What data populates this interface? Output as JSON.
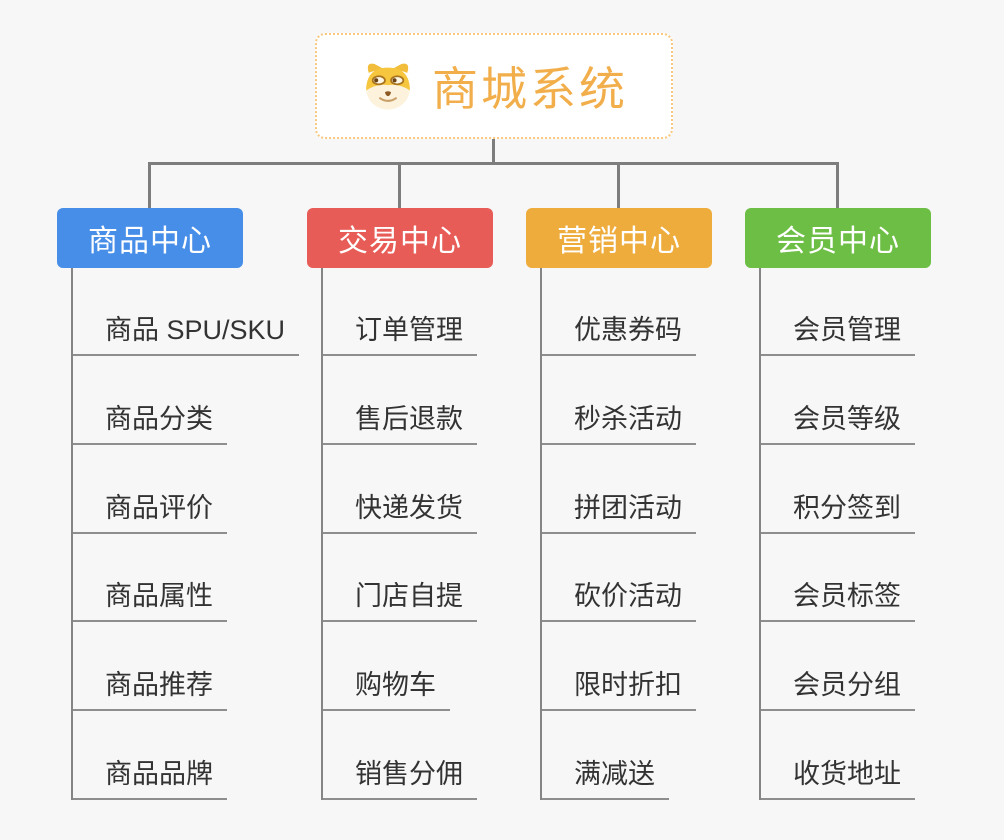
{
  "root": {
    "title": "商城系统",
    "icon": "dog-face-icon",
    "title_color": "#f1ae4a",
    "border_color": "#f8c87e",
    "background": "#ffffff"
  },
  "colors": {
    "page_background": "#f7f7f7",
    "connector_line": "#7d7d7d",
    "trunk_line": "#858585",
    "underline": "#8e8e8e",
    "child_text": "#333333"
  },
  "columns": [
    {
      "title": "商品中心",
      "color": "#478ee9",
      "items": [
        "商品 SPU/SKU",
        "商品分类",
        "商品评价",
        "商品属性",
        "商品推荐",
        "商品品牌"
      ]
    },
    {
      "title": "交易中心",
      "color": "#e85c57",
      "items": [
        "订单管理",
        "售后退款",
        "快递发货",
        "门店自提",
        "购物车",
        "销售分佣"
      ]
    },
    {
      "title": "营销中心",
      "color": "#eeac3c",
      "items": [
        "优惠券码",
        "秒杀活动",
        "拼团活动",
        "砍价活动",
        "限时折扣",
        "满减送"
      ]
    },
    {
      "title": "会员中心",
      "color": "#6cbe44",
      "items": [
        "会员管理",
        "会员等级",
        "积分签到",
        "会员标签",
        "会员分组",
        "收货地址"
      ]
    }
  ]
}
